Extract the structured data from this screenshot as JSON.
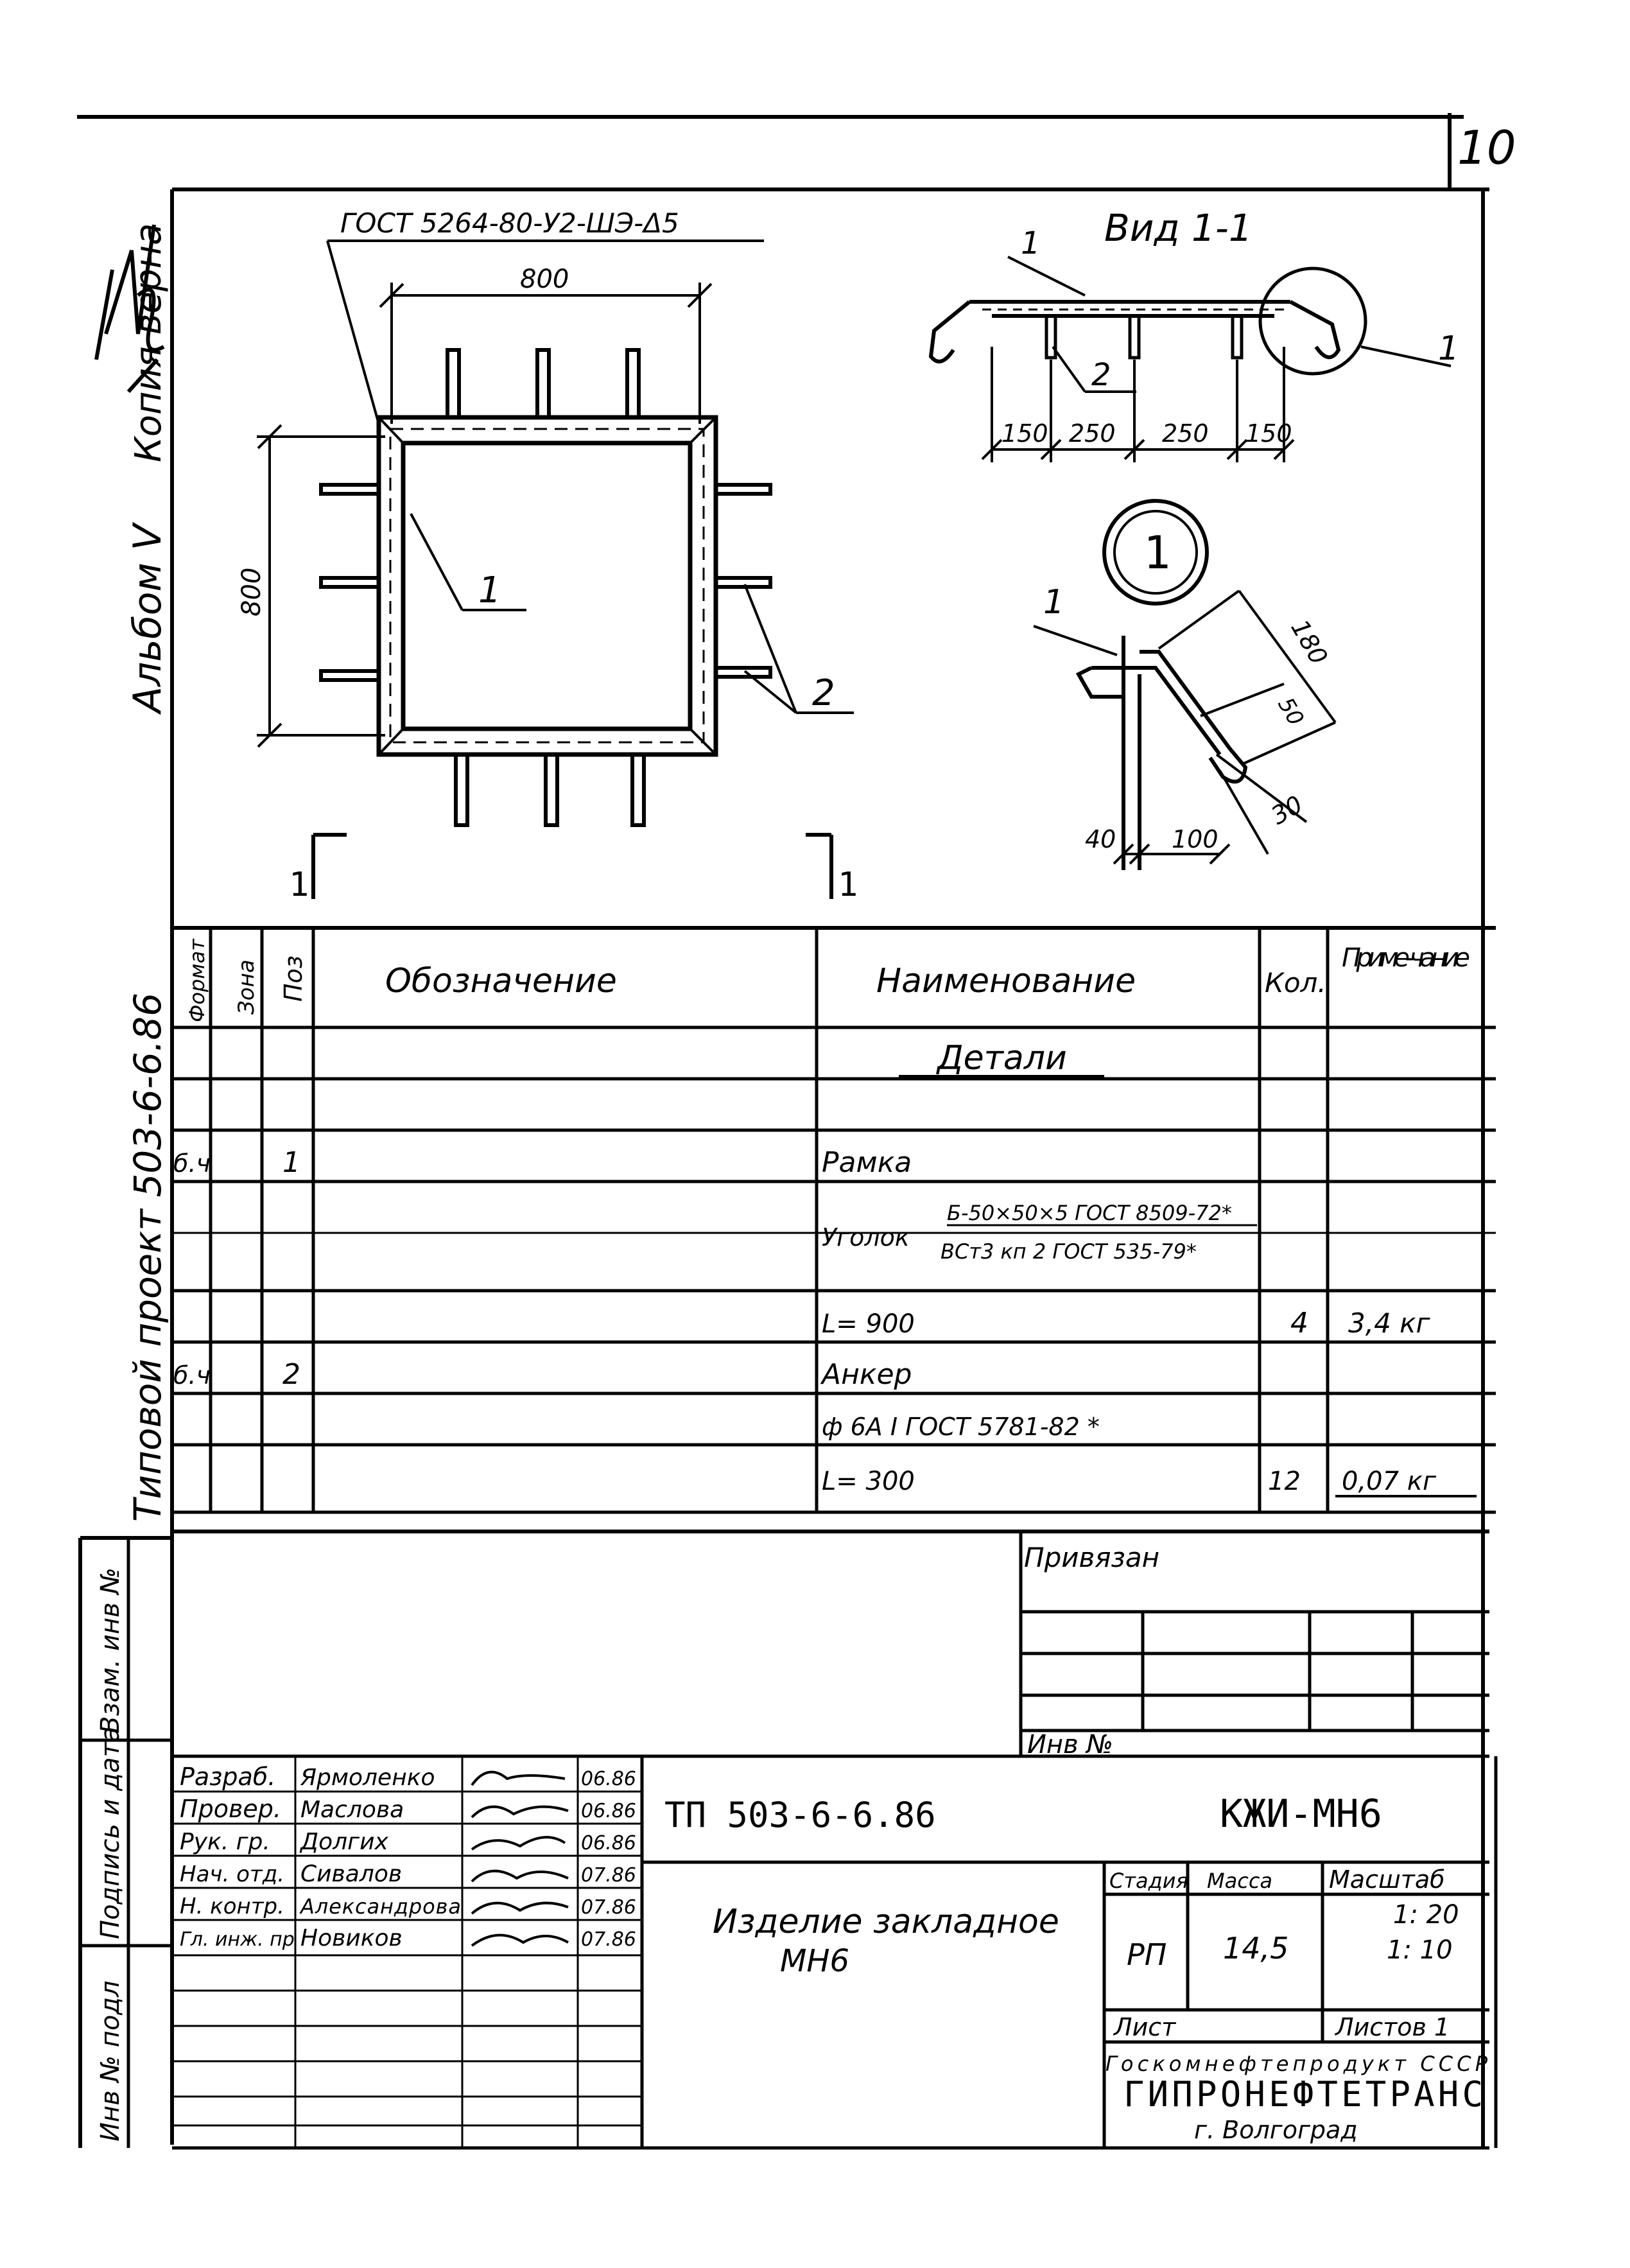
{
  "sheet_number": "10",
  "margin": {
    "copy_note": "Копия верна",
    "album": "Альбом V",
    "project": "Типовой проект 503-6-6.86",
    "vzam": "Взам. инв №",
    "podpis": "Подпись и дата",
    "inv_podl": "Инв № подл"
  },
  "drawing": {
    "weld_note": "ГОСТ 5264-80-У2-ШЭ-Δ5",
    "plan_width": "800",
    "plan_height": "800",
    "pos1": "1",
    "pos2": "2",
    "section_mark": "1",
    "view_title": "Вид 1-1",
    "view_dims": [
      "150",
      "250",
      "250",
      "150"
    ],
    "detail_mark": "1",
    "detail_dims": {
      "d180": "180",
      "d50": "50",
      "d30": "30",
      "d40": "40",
      "d100": "100"
    }
  },
  "spec": {
    "headers": {
      "format": "Формат",
      "zone": "Зона",
      "pos": "Поз",
      "designation": "Обозначение",
      "name": "Наименование",
      "qty": "Кол.",
      "note": "Приме-чание"
    },
    "rows": [
      {
        "format": "",
        "zone": "",
        "pos": "",
        "name": "Детали",
        "qty": "",
        "note": ""
      },
      {
        "format": "",
        "zone": "",
        "pos": "",
        "name": "",
        "qty": "",
        "note": ""
      },
      {
        "format": "б.ч",
        "zone": "",
        "pos": "1",
        "name": "Рамка",
        "qty": "",
        "note": ""
      },
      {
        "format": "",
        "zone": "",
        "pos": "",
        "name_prefix": "Уголок",
        "name_top": "Б-50×50×5 ГОСТ 8509-72*",
        "name_bottom": "ВСт3 кп 2 ГОСТ 535-79*",
        "qty": "",
        "note": ""
      },
      {
        "format": "",
        "zone": "",
        "pos": "",
        "name": "L= 900",
        "qty": "4",
        "note": "3,4 кг"
      },
      {
        "format": "б.ч",
        "zone": "",
        "pos": "2",
        "name": "Анкер",
        "qty": "",
        "note": ""
      },
      {
        "format": "",
        "zone": "",
        "pos": "",
        "name": "ф 6А I ГОСТ 5781-82 *",
        "qty": "",
        "note": ""
      },
      {
        "format": "",
        "zone": "",
        "pos": "",
        "name": "L= 300",
        "qty": "12",
        "note": "0,07 кг"
      }
    ]
  },
  "privyazan": {
    "title": "Привязан",
    "inv": "Инв №"
  },
  "title_block": {
    "roles": [
      "Разраб.",
      "Провер.",
      "Рук. гр.",
      "Нач. отд.",
      "Н. контр.",
      "Гл. инж. пр"
    ],
    "names": [
      "Ярмоленко",
      "Маслова",
      "Долгих",
      "Сивалов",
      "Александрова",
      "Новиков"
    ],
    "dates": [
      "06.86",
      "06.86",
      "06.86",
      "07.86",
      "07.86",
      "07.86"
    ],
    "doc_code": "ТП 503-6-6.86",
    "mark": "КЖИ-МН6",
    "name_line1": "Изделие закладное",
    "name_line2": "МН6",
    "stage_h": "Стадия",
    "mass_h": "Масса",
    "scale_h": "Масштаб",
    "stage": "РП",
    "mass": "14,5",
    "scale1": "1: 20",
    "scale2": "1: 10",
    "sheet_label": "Лист",
    "sheets_label": "Листов 1",
    "org1": "Госкомнефтепродукт СССР",
    "org2": "ГИПРОНЕФТЕТРАНС",
    "org3": "г. Волгоград"
  }
}
